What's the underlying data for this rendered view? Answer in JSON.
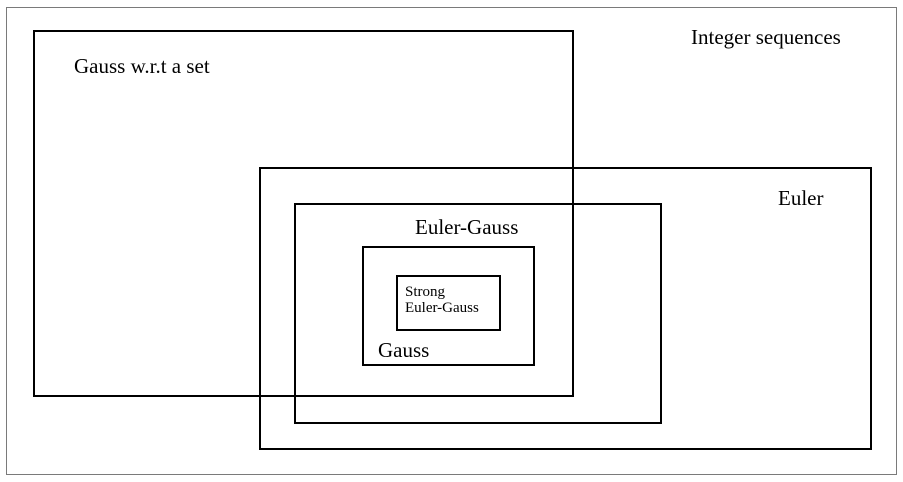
{
  "diagram": {
    "regions": {
      "integer_sequences": {
        "label": "Integer sequences"
      },
      "gauss_wrt_set": {
        "label": "Gauss w.r.t a set"
      },
      "euler": {
        "label": "Euler"
      },
      "euler_gauss": {
        "label": "Euler-Gauss"
      },
      "gauss": {
        "label": "Gauss"
      },
      "strong_euler_gauss": {
        "label_line1": "Strong",
        "label_line2": "Euler-Gauss"
      }
    }
  }
}
